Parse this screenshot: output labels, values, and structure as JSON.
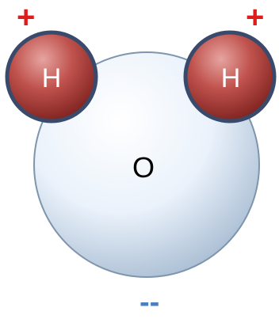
{
  "molecule": {
    "oxygen": {
      "symbol": "O",
      "charge": "--"
    },
    "hydrogens": [
      {
        "symbol": "H",
        "charge": "+"
      },
      {
        "symbol": "H",
        "charge": "+"
      }
    ]
  },
  "colors": {
    "plus_charge": "#e01b1b",
    "minus_charge": "#4a7fc4",
    "hydrogen_fill": "#b23a36",
    "hydrogen_outline": "#3a4a6b",
    "oxygen_fill": "#eef4fb",
    "oxygen_outline": "#8aa0b8"
  }
}
